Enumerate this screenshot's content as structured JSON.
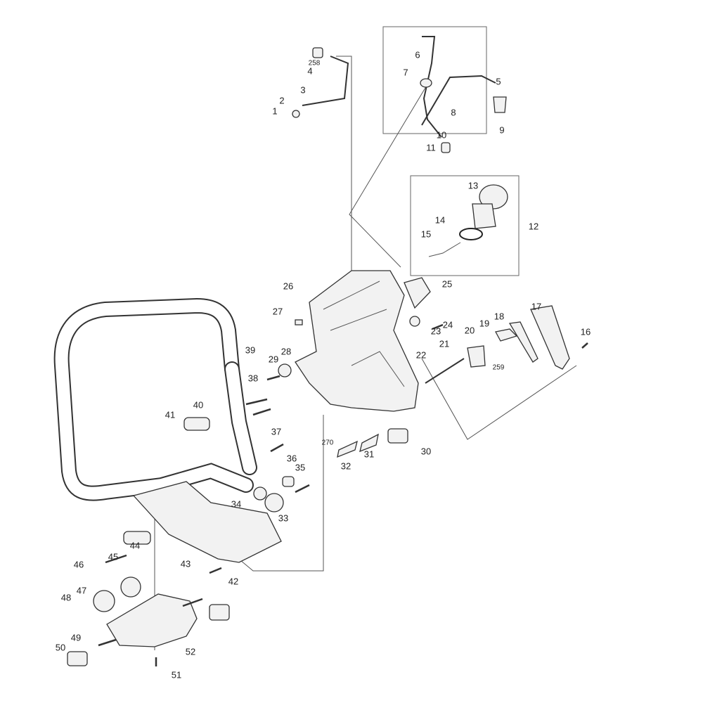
{
  "diagram": {
    "title": "Exploded parts diagram - handle and tank housing assembly",
    "callouts": [
      "258",
      "4",
      "3",
      "2",
      "1",
      "6",
      "7",
      "5",
      "8",
      "9",
      "10",
      "11",
      "13",
      "14",
      "15",
      "12",
      "26",
      "25",
      "27",
      "17",
      "18",
      "19",
      "24",
      "23",
      "16",
      "20",
      "21",
      "22",
      "259",
      "39",
      "28",
      "29",
      "38",
      "40",
      "41",
      "37",
      "270",
      "31",
      "30",
      "32",
      "36",
      "35",
      "34",
      "33",
      "44",
      "45",
      "46",
      "43",
      "42",
      "47",
      "48",
      "49",
      "50",
      "52",
      "51"
    ]
  }
}
